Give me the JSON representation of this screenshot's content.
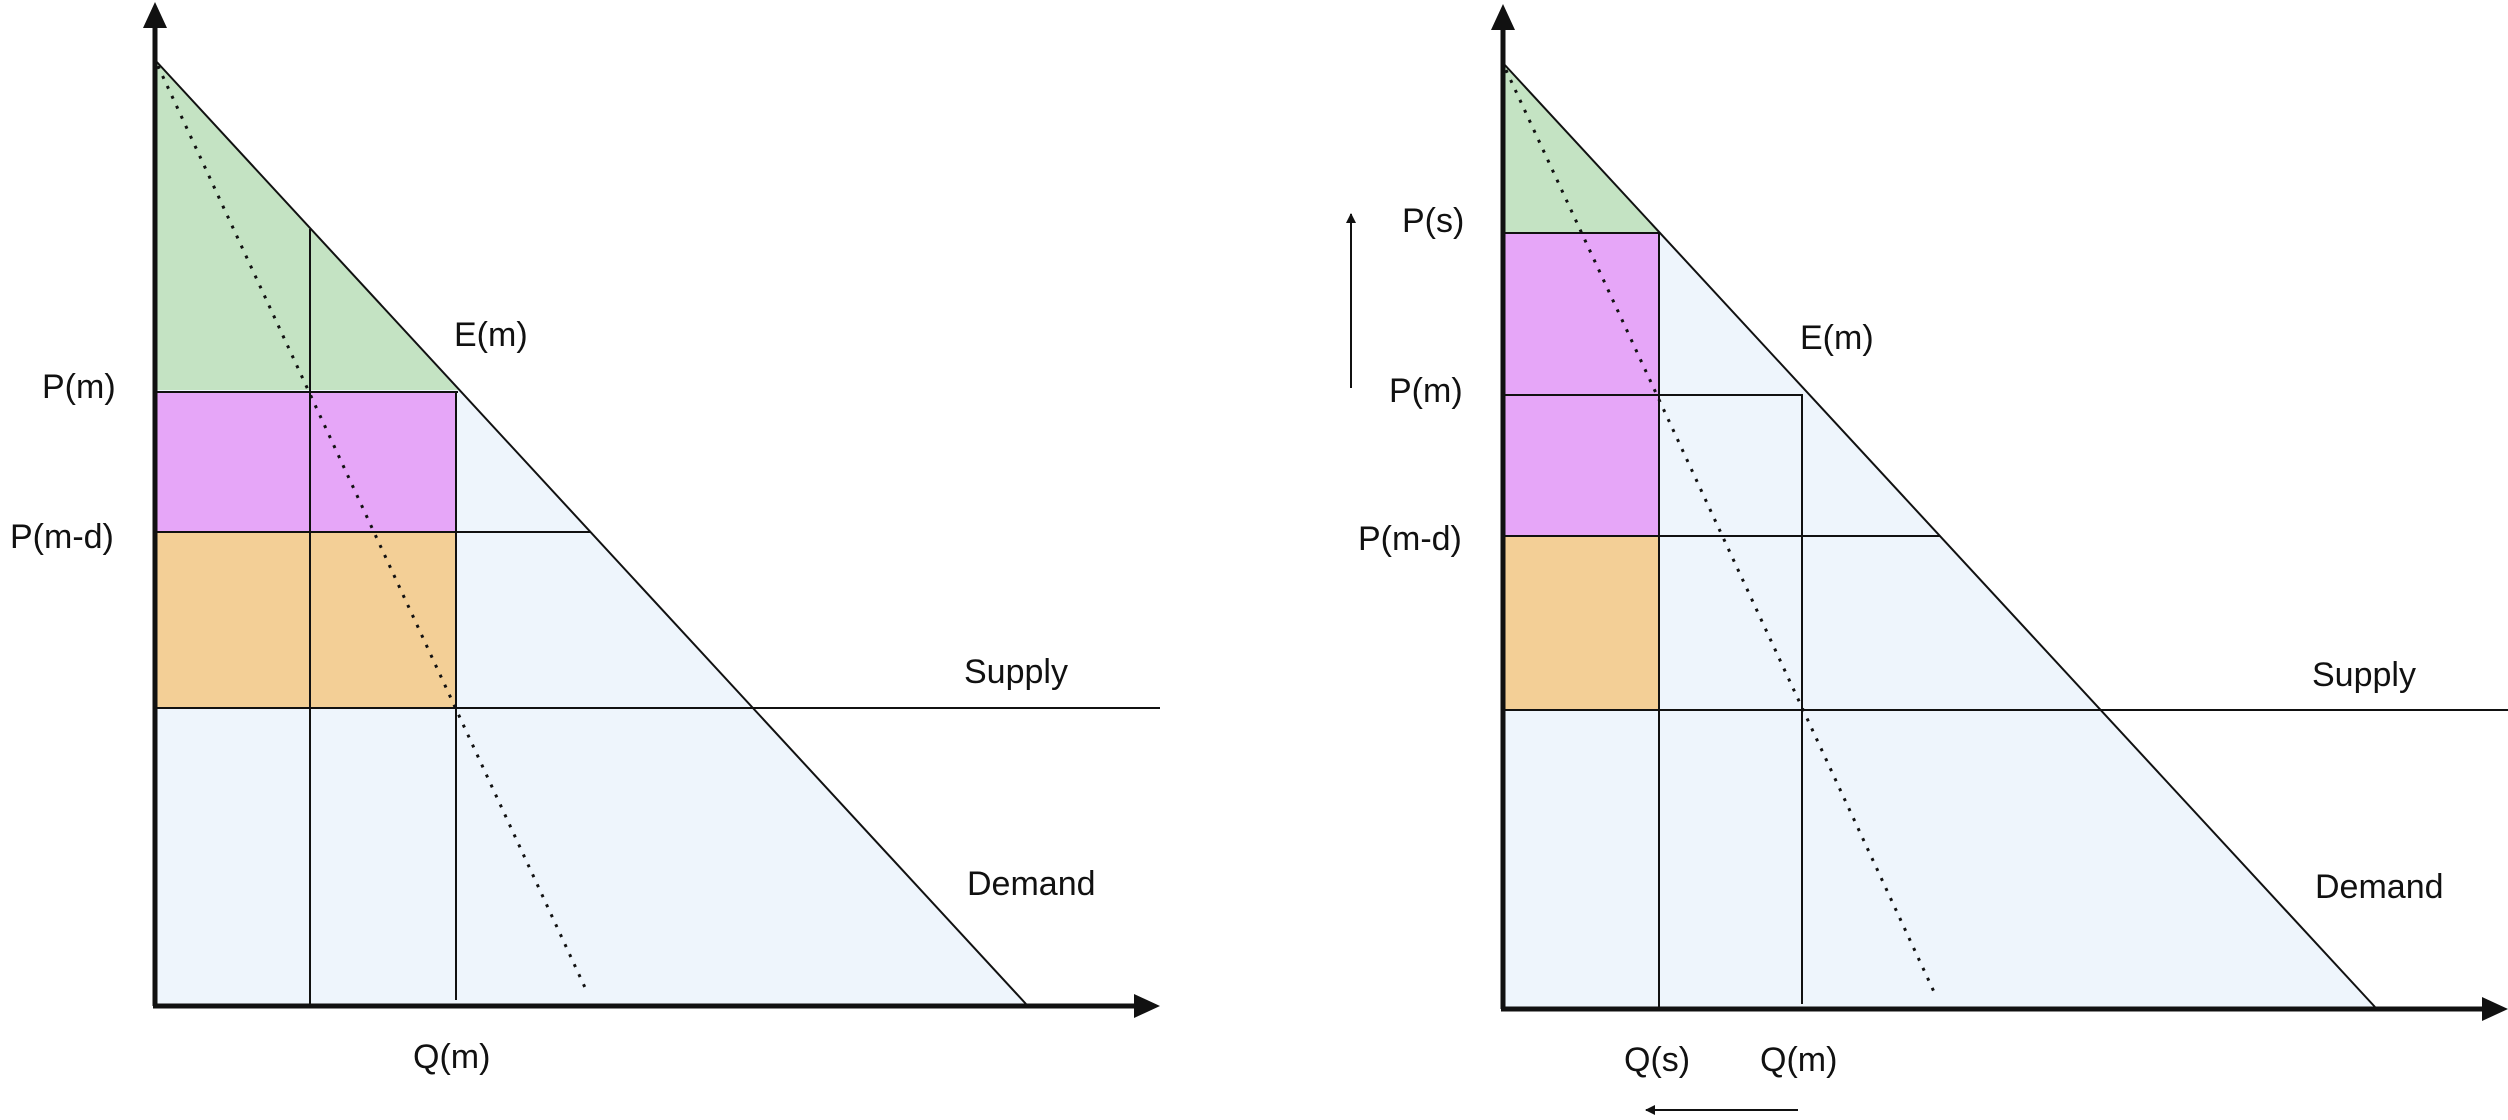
{
  "colors": {
    "consumer_surplus": "#c4e3c3",
    "monopoly_profit": "#e6a6f8",
    "cost_region": "#f3cf96",
    "background_region": "#eef5fc",
    "line": "#111111"
  },
  "left": {
    "labels": {
      "p_m": "P(m)",
      "p_md": "P(m-d)",
      "e_m": "E(m)",
      "supply": "Supply",
      "demand": "Demand",
      "q_m": "Q(m)"
    }
  },
  "right": {
    "labels": {
      "p_s": "P(s)",
      "p_m": "P(m)",
      "p_md": "P(m-d)",
      "e_m": "E(m)",
      "supply": "Supply",
      "demand": "Demand",
      "q_s": "Q(s)",
      "q_m": "Q(m)"
    }
  }
}
